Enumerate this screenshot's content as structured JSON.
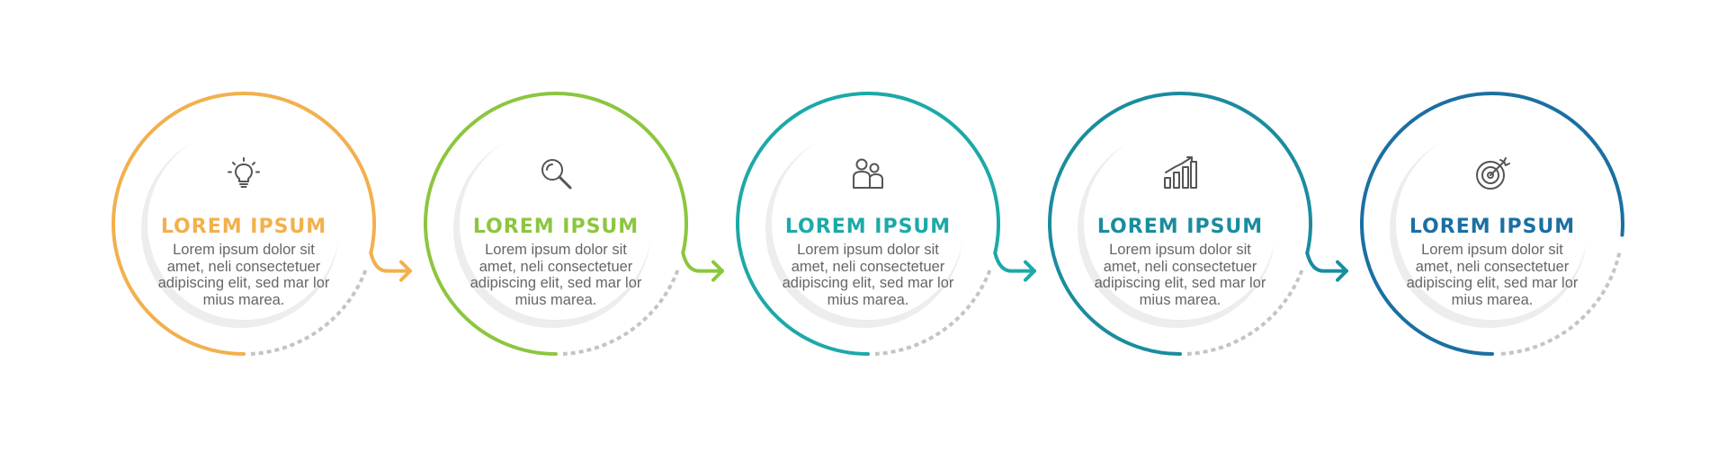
{
  "steps": [
    {
      "title": "LOREM IPSUM",
      "body": "Lorem ipsum dolor sit amet, neli consectetuer adipiscing elit, sed mar lor mius marea.",
      "color": "#F2B04D",
      "icon": "lightbulb-icon"
    },
    {
      "title": "LOREM IPSUM",
      "body": "Lorem ipsum dolor sit amet, neli consectetuer adipiscing elit, sed mar lor mius marea.",
      "color": "#8CC63F",
      "icon": "magnifier-icon"
    },
    {
      "title": "LOREM IPSUM",
      "body": "Lorem ipsum dolor sit amet, neli consectetuer adipiscing elit, sed mar lor mius marea.",
      "color": "#1CA9A8",
      "icon": "people-icon"
    },
    {
      "title": "LOREM IPSUM",
      "body": "Lorem ipsum dolor sit amet, neli consectetuer adipiscing elit, sed mar lor mius marea.",
      "color": "#1A8C9E",
      "icon": "bar-chart-icon"
    },
    {
      "title": "LOREM IPSUM",
      "body": "Lorem ipsum dolor sit amet, neli consectetuer adipiscing elit, sed mar lor mius marea.",
      "color": "#1B6FA3",
      "icon": "target-icon"
    }
  ],
  "colors": {
    "dashed": "#C4C4C4",
    "icon_stroke": "#555555",
    "body_text": "#666666"
  }
}
